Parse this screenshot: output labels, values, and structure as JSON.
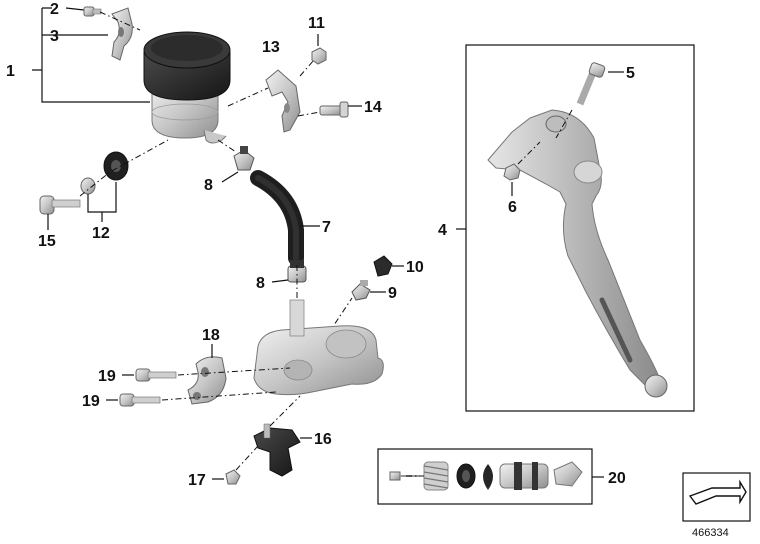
{
  "diagram": {
    "callouts": {
      "c1": "1",
      "c2": "2",
      "c3": "3",
      "c4": "4",
      "c5": "5",
      "c6": "6",
      "c7": "7",
      "c8a": "8",
      "c8b": "8",
      "c9": "9",
      "c10": "10",
      "c11": "11",
      "c12": "12",
      "c13": "13",
      "c14": "14",
      "c15": "15",
      "c16": "16",
      "c17": "17",
      "c18": "18",
      "c19a": "19",
      "c19b": "19",
      "c20": "20"
    },
    "image_number": "466334",
    "colors": {
      "metal": "#c9c9c9",
      "metal_dark": "#9a9a9a",
      "black_part": "#2a2a2a",
      "line": "#111111"
    },
    "icons": [
      "direction-arrow-icon"
    ]
  }
}
